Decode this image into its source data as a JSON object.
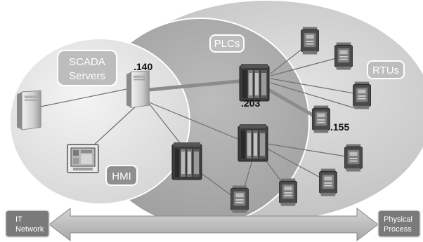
{
  "zones": {
    "scada_label_line1": "SCADA",
    "scada_label_line2": "Servers",
    "plcs_label": "PLCs",
    "rtus_label": "RTUs",
    "hmi_label": "HMI"
  },
  "addresses": {
    "server": ".140",
    "plc": ".203",
    "rtu": ".155"
  },
  "arrow": {
    "left_line1": "IT",
    "left_line2": "Network",
    "right_line1": "Physical",
    "right_line2": "Process"
  },
  "icons": {
    "server": "server-tower-icon",
    "hmi": "hmi-panel-icon",
    "plc": "plc-rack-icon",
    "rtu": "rtu-module-icon"
  },
  "colors": {
    "outer_zone": "#c9c9c9",
    "middle_zone": "#a9a9a9",
    "inner_zone": "#e6e6e6",
    "label_box": "#bdbdbd",
    "link_line": "#808080",
    "highlight_link": "#9a9a9a",
    "arrow_fill": "#bcbcbc",
    "arrow_label_box": "#7a7a7a"
  }
}
